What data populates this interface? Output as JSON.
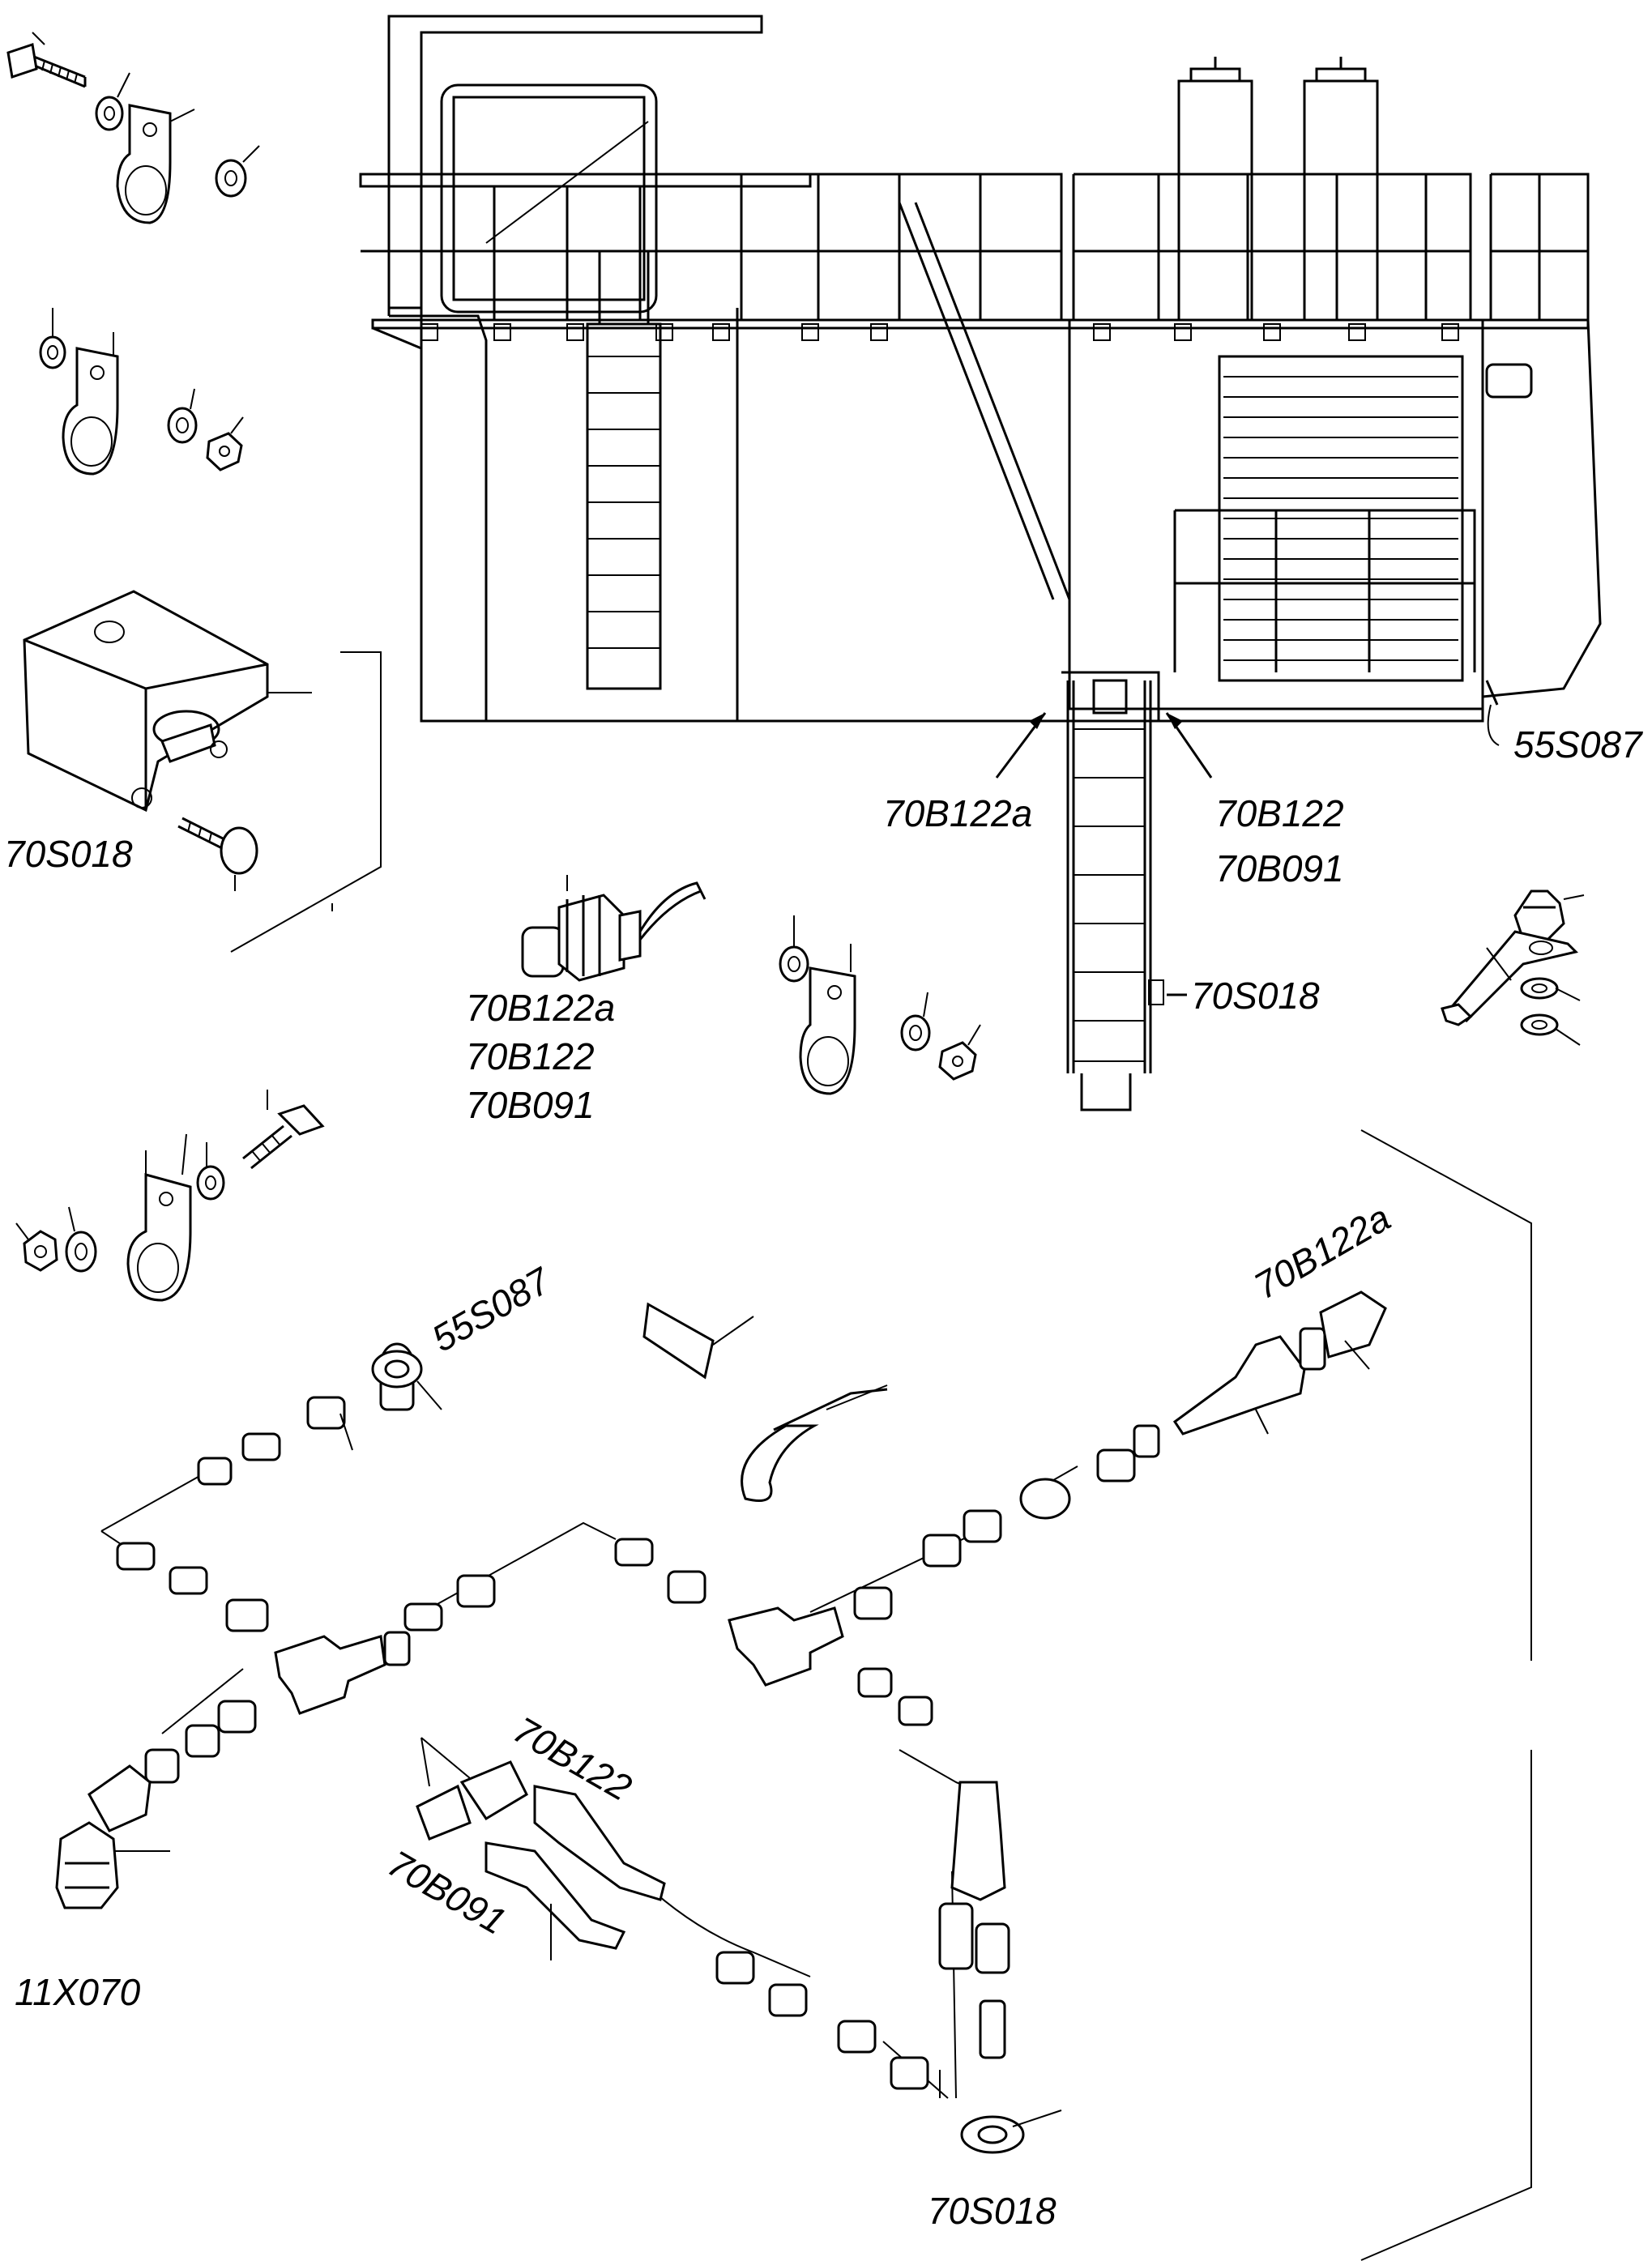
{
  "labels": {
    "p55S087_top": "55S087",
    "p70B122a_top": "70B122a",
    "p70B122_top": "70B122",
    "p70B091_top": "70B091",
    "p70S018_ladder": "70S018",
    "p70S018_cover": "70S018",
    "p70B122a_sensor": "70B122a",
    "p70B122_sensor": "70B122",
    "p70B091_sensor": "70B091",
    "p55S087_harness": "55S087",
    "p70B122a_harness": "70B122a",
    "p70B122_harness": "70B122",
    "p70B091_harness": "70B091",
    "p11X070": "11X070",
    "p70S018_bottom": "70S018"
  }
}
